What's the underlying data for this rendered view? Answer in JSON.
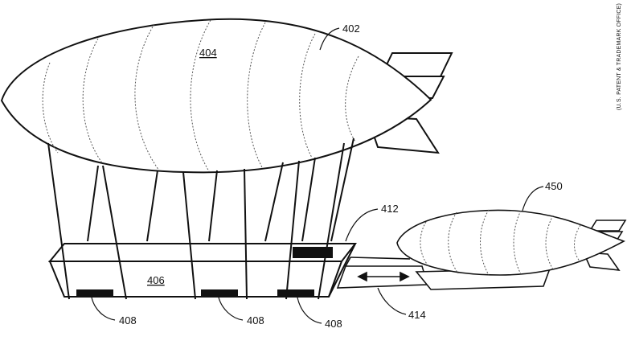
{
  "figure": {
    "credit": "(U.S. PATENT & TRADEMARK OFFICE)",
    "colors": {
      "line": "#111111",
      "dotted": "#555555",
      "fill_dark": "#111111",
      "background": "#ffffff"
    },
    "labels": {
      "airship_main": "402",
      "envelope": "404",
      "fulfillment_center": "406",
      "bay_left": "408",
      "bay_middle": "408",
      "bay_right": "408",
      "port": "412",
      "transfer_arrow": "414",
      "shuttle": "450"
    }
  }
}
